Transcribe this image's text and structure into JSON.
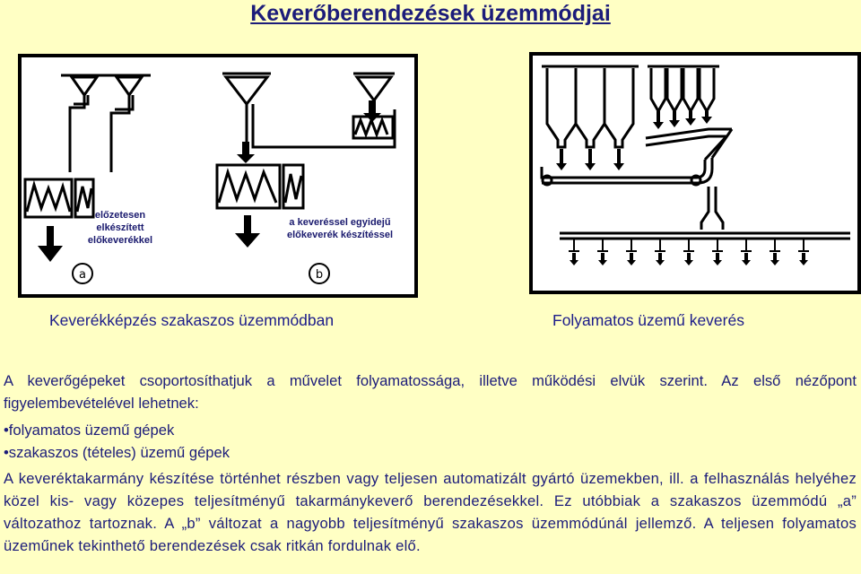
{
  "page": {
    "title": "Keverőberendezések üzemmódjai"
  },
  "figure_left": {
    "label_a": "előzetesen elkészített előkeverékkel",
    "label_b": "a keveréssel egyidejű előkeverék készítéssel",
    "marker_a": "a",
    "marker_b": "b",
    "caption": "Keverékképzés szakaszos üzemmódban"
  },
  "figure_right": {
    "caption": "Folyamatos üzemű keverés"
  },
  "body": {
    "paragraph_1": "A keverőgépeket csoportosíthatjuk a művelet folyamatossága, illetve működési elvük szerint. Az első nézőpont figyelembevételével lehetnek:",
    "bullets": [
      "•folyamatos üzemű gépek",
      "•szakaszos (tételes) üzemű gépek"
    ],
    "paragraph_2": "A keveréktakarmány készítése történhet részben vagy teljesen automatizált gyártó üzemekben, ill. a felhasználás helyéhez közel kis- vagy közepes teljesítményű takarmánykeverő berendezésekkel. Ez utóbbiak a szakaszos üzemmódú „a” változathoz tartoznak. A „b” változat a nagyobb teljesítményű szakaszos üzemmódúnál jellemző. A teljesen folyamatos üzeműnek tekinthető berendezések csak ritkán fordulnak elő."
  }
}
